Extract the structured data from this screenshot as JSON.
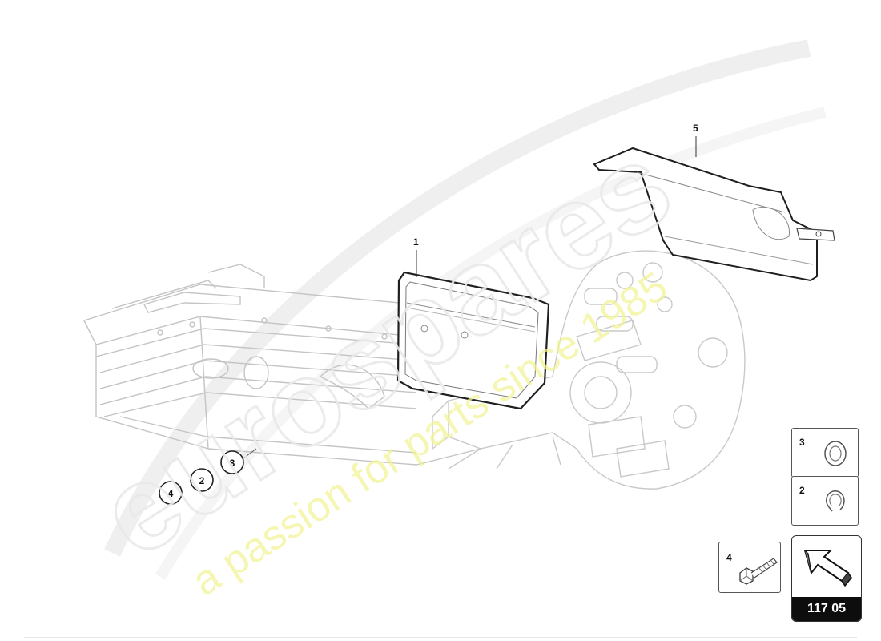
{
  "callouts": {
    "part1": "1",
    "part5": "5",
    "ring4": "4",
    "ring2": "2",
    "ring3": "3"
  },
  "legend": {
    "item3": "3",
    "item2": "2",
    "item4": "4"
  },
  "diagram_code": "117 05",
  "watermark": {
    "brand": "eurospares",
    "tagline": "a passion for parts since 1985",
    "brand_color": "#e9e9e9",
    "tagline_color": "#f3f39a"
  },
  "icons": [
    "arrow-icon",
    "washer-icon",
    "split-washer-icon",
    "bolt-icon"
  ]
}
